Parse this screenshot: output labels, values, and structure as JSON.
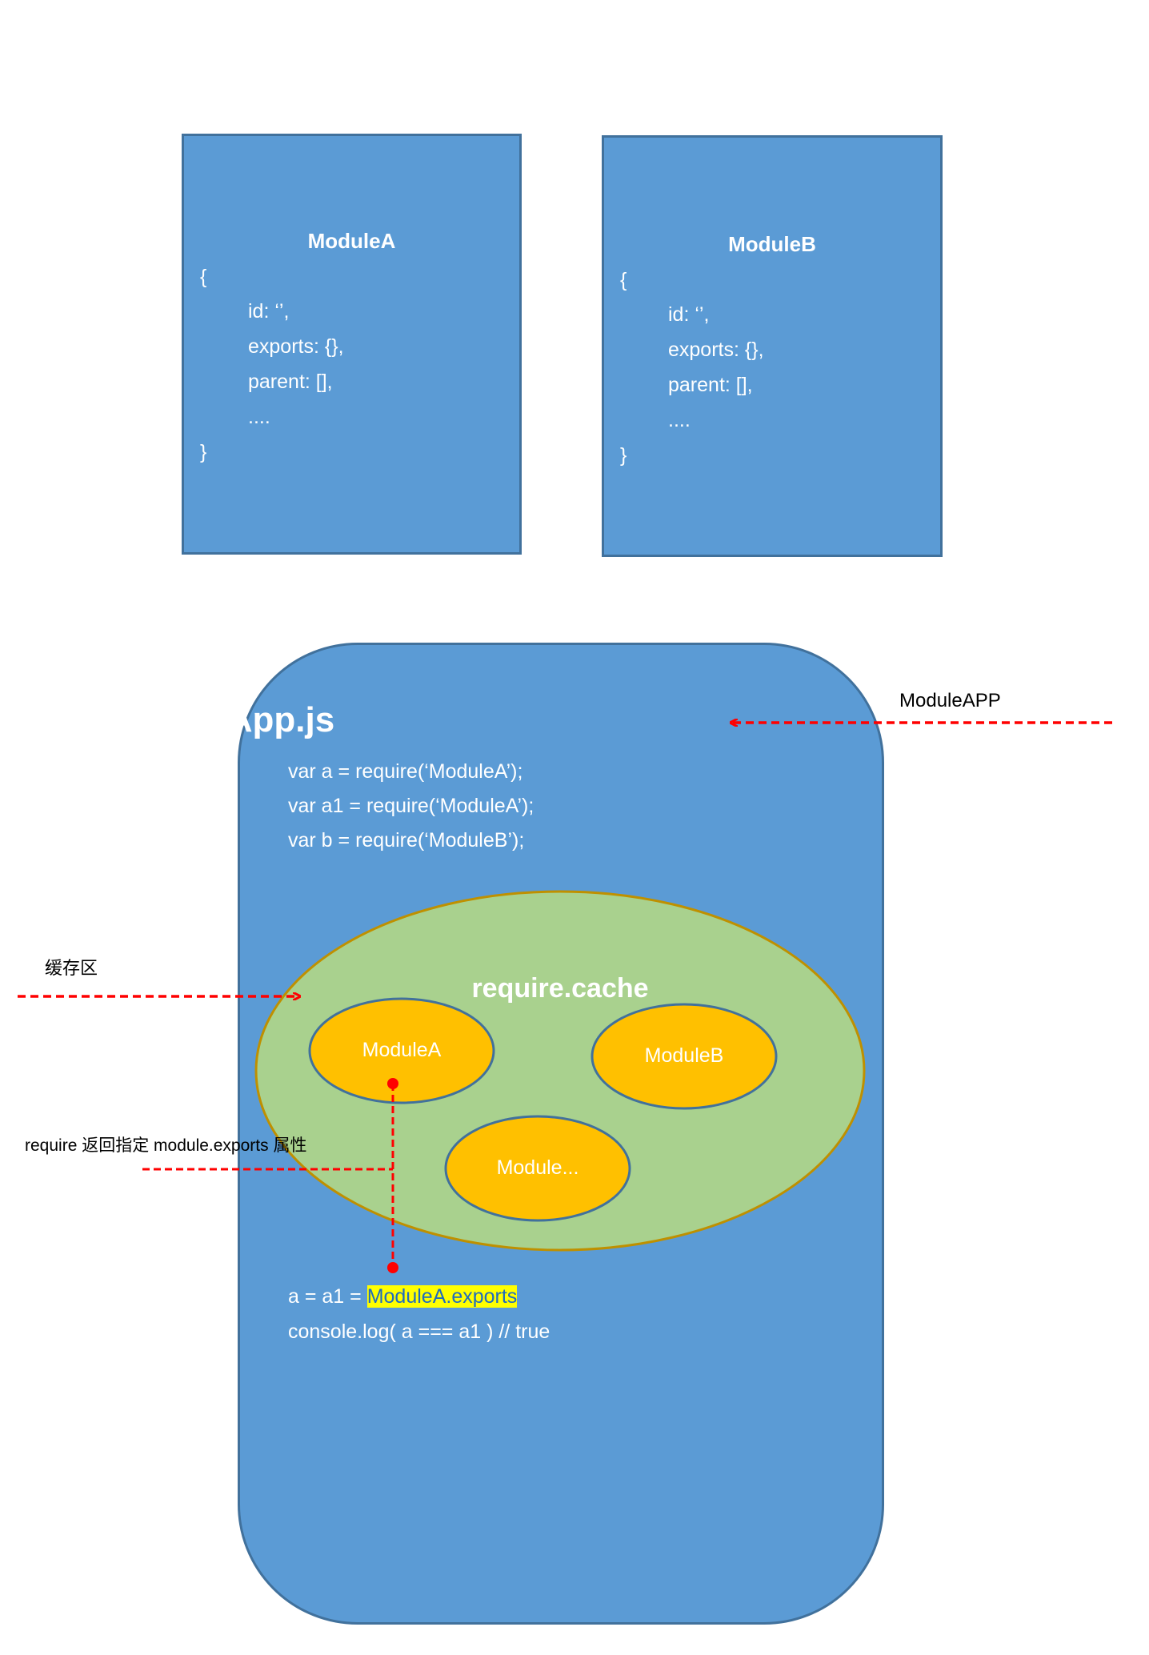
{
  "module_a": {
    "title": "ModuleA",
    "lines": [
      "{",
      "id: ‘’,",
      "exports: {},",
      "parent: [],",
      "....",
      "}"
    ]
  },
  "module_b": {
    "title": "ModuleB",
    "lines": [
      "{",
      "id: ‘’,",
      "exports: {},",
      "parent: [],",
      "....",
      "}"
    ]
  },
  "app": {
    "title": "App.js",
    "code": [
      "var a = require(‘ModuleA’);",
      "var a1 = require(‘ModuleA’);",
      "var b = require(‘ModuleB’);"
    ],
    "result_prefix": "a = a1 = ",
    "result_highlight": "ModuleA.exports",
    "console_line": "console.log( a === a1 ) // true"
  },
  "cache": {
    "title": "require.cache",
    "module_a": "ModuleA",
    "module_b": "ModuleB",
    "module_other": "Module..."
  },
  "labels": {
    "module_app": "ModuleAPP",
    "cache_area": "缓存区",
    "require_return": "require  返回指定 module.exports  属性"
  },
  "colors": {
    "box_fill": "#5b9bd5",
    "box_border": "#41719c",
    "cache_fill": "#a9d18e",
    "cache_border": "#bf9000",
    "module_fill": "#ffc000",
    "arrow": "#ff0000",
    "highlight": "#ffff00"
  }
}
